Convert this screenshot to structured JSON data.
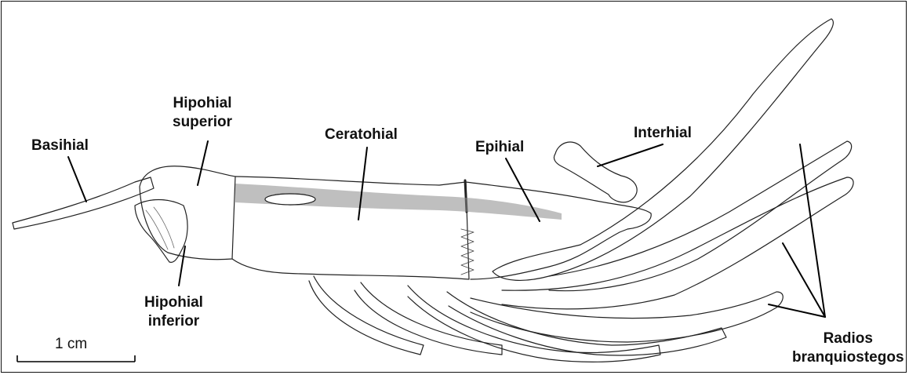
{
  "labels": {
    "basihial": "Basihial",
    "hipohial_superior": [
      "Hipohial",
      "superior"
    ],
    "ceratohial": "Ceratohial",
    "epihial": "Epihial",
    "interhial": "Interhial",
    "hipohial_inferior": [
      "Hipohial",
      "inferior"
    ],
    "radios_branquiostegos": [
      "Radios",
      "branquiostegos"
    ]
  },
  "scale_bar": {
    "label": "1 cm"
  },
  "colors": {
    "ink": "#111111",
    "stipple": "#8a8a8a",
    "background": "#ffffff"
  }
}
